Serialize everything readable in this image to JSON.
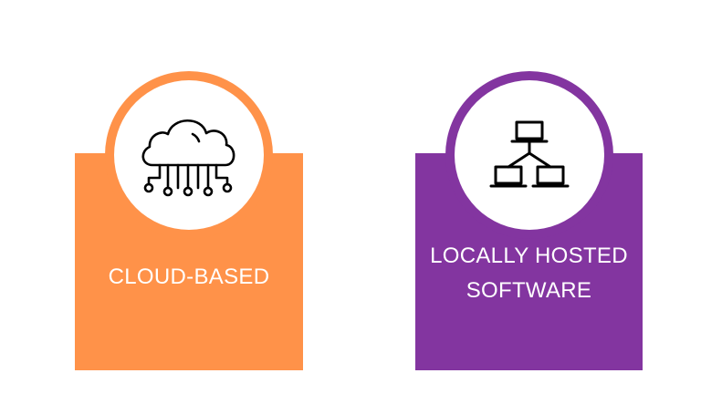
{
  "colors": {
    "cloud_accent": "#FF9249",
    "local_accent": "#8335A0",
    "icon_stroke": "#000000",
    "circle_fill": "#FFFFFF"
  },
  "cards": [
    {
      "icon": "cloud-network-icon",
      "label_lines": [
        "CLOUD-BASED"
      ]
    },
    {
      "icon": "network-hierarchy-icon",
      "label_lines": [
        "LOCALLY HOSTED",
        "SOFTWARE"
      ]
    }
  ]
}
